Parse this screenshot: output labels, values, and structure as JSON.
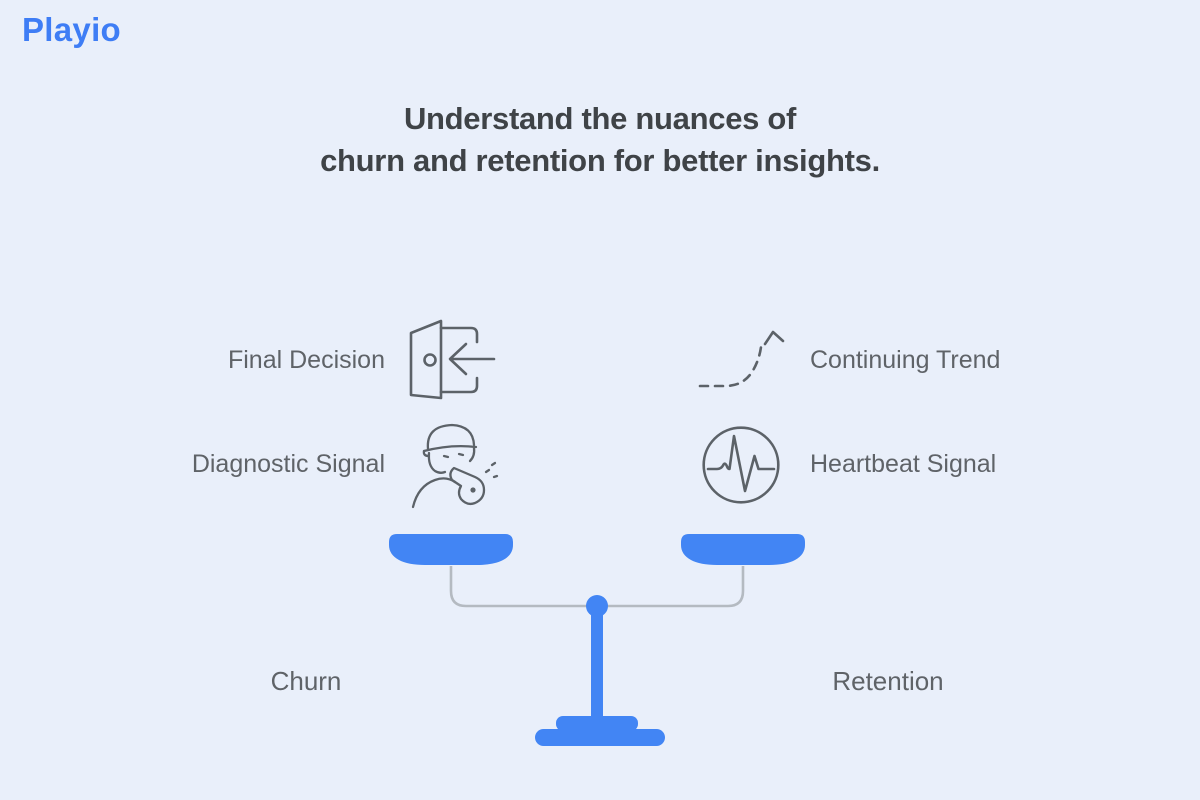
{
  "brand": {
    "logo_text": "Playio"
  },
  "title": {
    "line1": "Understand the nuances of",
    "line2": "churn and retention for better insights."
  },
  "comparison": {
    "left": {
      "pan_label": "Churn",
      "items": [
        {
          "label": "Final Decision",
          "icon": "exit-door-icon"
        },
        {
          "label": "Diagnostic Signal",
          "icon": "whistle-person-icon"
        }
      ]
    },
    "right": {
      "pan_label": "Retention",
      "items": [
        {
          "label": "Continuing Trend",
          "icon": "dashed-up-arrow-icon"
        },
        {
          "label": "Heartbeat Signal",
          "icon": "heartbeat-icon"
        }
      ]
    }
  },
  "colors": {
    "background": "#e9effa",
    "accent_blue": "#4285f4",
    "logo_blue": "#3e7df5",
    "title_text": "#3f4347",
    "label_text": "#5f6368",
    "icon_stroke": "#5c6268",
    "hanger_line": "#b4bac1"
  }
}
